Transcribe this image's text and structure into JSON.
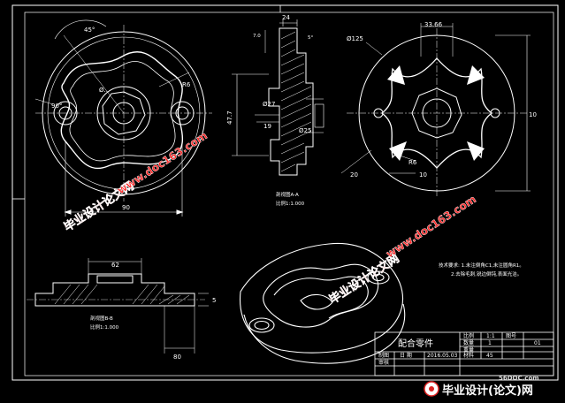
{
  "drawing": {
    "top_view": {
      "angle": "45°",
      "angle2": "90°",
      "radius": "R6",
      "width": "90",
      "slot": "Ø.."
    },
    "section_view": {
      "top_width": "24",
      "right_note": "5°",
      "top_note": "7.0",
      "dia_a": "Ø27",
      "dia_b": "Ø25",
      "height": "47.7",
      "depth": "19",
      "caption_name": "剖视图A-A",
      "caption_scale": "比例1:1.000"
    },
    "right_view": {
      "top_width": "33.66",
      "diameter": "Ø125",
      "radius": "R6",
      "height": "10",
      "side_a": "20",
      "side_b": "10"
    },
    "bottom_section": {
      "width": "62",
      "height": "5",
      "caption_name": "剖视图B-B",
      "caption_scale": "比例1:1.000",
      "base_width": "80"
    },
    "notes": [
      "技术要求: 1.未注倒角C1,未注圆角R1。",
      "2.去除毛刺,锐边倒钝,表面光洁。"
    ]
  },
  "title_block": {
    "part_name": "配合零件",
    "ratio_label": "比例",
    "ratio_value": "1:1",
    "qty_label": "数量",
    "qty_value": "1",
    "material_label": "图号",
    "material_value": "01",
    "weight_label": "重量",
    "weight_value": "",
    "page_label": "材料",
    "page_value": "45",
    "designer_label": "制图",
    "date_label": "日 期",
    "date_value": "2016.05.03",
    "checker_label": "审核"
  },
  "watermarks": {
    "cn": "毕业设计论文网",
    "url": "www.doc163.com"
  },
  "footer": {
    "site": "56DOC.com",
    "brand": "毕业设计(论文)网"
  }
}
